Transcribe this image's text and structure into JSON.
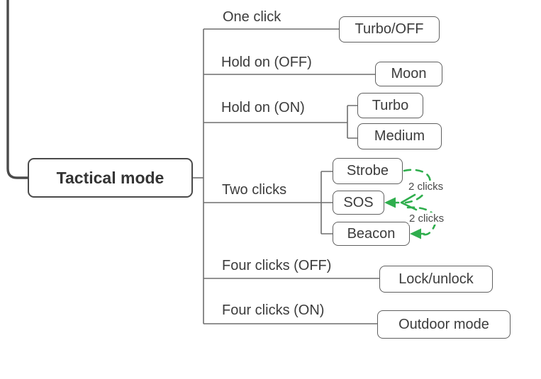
{
  "root_label": "Tactical mode",
  "branches": [
    {
      "trigger": "One click",
      "targets": [
        "Turbo/OFF"
      ]
    },
    {
      "trigger": "Hold on (OFF)",
      "targets": [
        "Moon"
      ]
    },
    {
      "trigger": "Hold on (ON)",
      "targets": [
        "Turbo",
        "Medium"
      ]
    },
    {
      "trigger": "Two clicks",
      "targets": [
        "Strobe",
        "SOS",
        "Beacon"
      ]
    },
    {
      "trigger": "Four clicks (OFF)",
      "targets": [
        "Lock/unlock"
      ]
    },
    {
      "trigger": "Four clicks (ON)",
      "targets": [
        "Outdoor mode"
      ]
    }
  ],
  "annotations": [
    {
      "label": "2 clicks",
      "from": "Strobe",
      "to": "SOS"
    },
    {
      "label": "2 clicks",
      "from": "SOS",
      "to": "Beacon"
    }
  ],
  "colors": {
    "line": "#6e6e6e",
    "border": "#5f5f5f",
    "text": "#3c3c3c",
    "green": "#2fae4d",
    "root_border": "#4a4a4a"
  }
}
